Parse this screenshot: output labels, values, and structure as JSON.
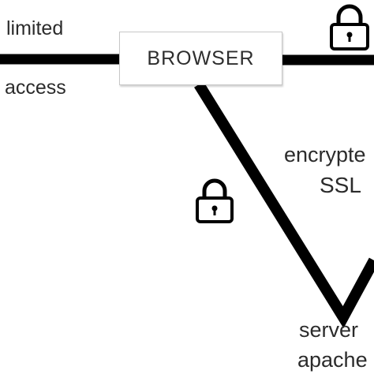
{
  "labels": {
    "limited": "limited",
    "access": "access",
    "encrypted": "encrypte",
    "ssl": "SSL",
    "server": "server",
    "apache": "apache"
  },
  "nodes": {
    "browser": "BROWSER"
  },
  "icons": {
    "lock_top": "lock-icon",
    "lock_mid": "lock-icon"
  },
  "colors": {
    "line": "#000000",
    "text": "#2b2b2b",
    "box_border": "#c7c7c7"
  }
}
